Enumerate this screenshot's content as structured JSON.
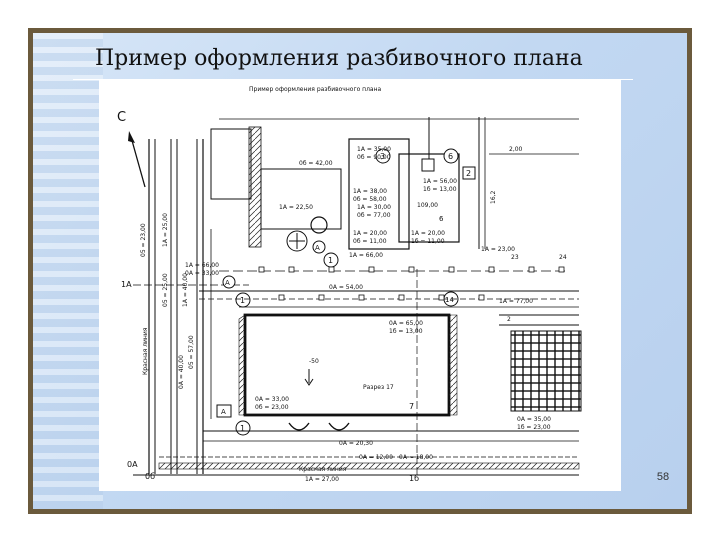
{
  "slide": {
    "title": "Пример оформления разбивочного плана",
    "page_number": "58"
  },
  "plan": {
    "caption": "Пример оформления разбивочного плана",
    "north_letter": "С",
    "labels": {
      "l_1A_35": "1А = 35,00",
      "l_0b_90": "0б = 90,00",
      "l_0b_42": "0б = 42,00",
      "l_2_00": "2,00",
      "l_1A_56": "1А = 56,00",
      "l_1b_13": "1б = 13,00",
      "l_16_2": "16,2",
      "l_1A_38": "1А = 38,00",
      "l_0b_58": "0б = 58,00",
      "l_1A_22": "1А = 22,50",
      "l_1A_30": "1А = 30,00",
      "l_0b_77": "0б = 77,00",
      "l_109": "109,00",
      "l_6": "6",
      "l_1A_20": "1А = 20,00",
      "l_0b_11": "0б = 11,00",
      "l_1A_20b": "1А = 20,00",
      "l_1b_11": "1б = 11,00",
      "l_1A_23": "1А = 23,00",
      "l_1A_66a": "1А = 66,00",
      "l_1A_66b": "1А = 66,00",
      "l_0A_33": "0А = 33,00",
      "l_0A_54": "0А = 54,00",
      "l_1A_77": "1А = 77,00",
      "l_2": "2",
      "l_23": "23",
      "l_24": "24",
      "l_0A_65": "0А = 65,00",
      "l_1b_13b": "1б = 13,00",
      "l_m50": "-50",
      "l_razrez": "Разрез 17",
      "l_7": "7",
      "l_0A_33b": "0А = 33,00",
      "l_0b_23": "0б = 23,00",
      "l_0A_35": "0А = 35,00",
      "l_1b_23": "1б = 23,00",
      "l_0A_20": "0А = 20,30",
      "l_0A_12": "0А = 12,00",
      "l_0A_18": "0А = 18,00",
      "l_krasnaya": "Красная линия",
      "l_1A_27": "1А = 27,00",
      "l_0A": "0А",
      "l_0b": "0б",
      "l_1b": "1б",
      "l_1A": "1А",
      "l_v1": "05 = 23,00",
      "l_v2": "1А = 25,00",
      "l_v3": "05 = 25,00",
      "l_v4": "1А = 40,00",
      "l_v5": "0А = 40,00",
      "l_v6": "05 = 57,00",
      "l_v7": "Красная линия",
      "l_circ1": "1",
      "l_circ2": "2",
      "l_circ3": "3",
      "l_circ6": "6",
      "l_circ14": "14",
      "l_circ1b": "1",
      "l_circ1c": "1",
      "l_A1": "А",
      "l_A2": "А",
      "l_A3": "А"
    }
  }
}
